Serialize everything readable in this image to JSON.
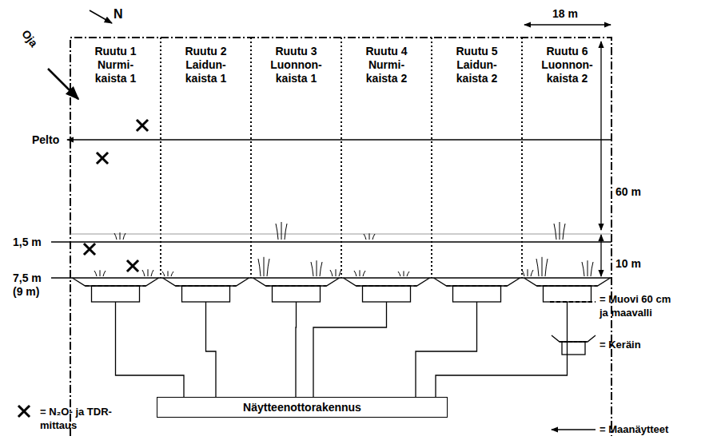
{
  "diagram": {
    "nodes": [
      {
        "text": [
          "Ruutu 1",
          "Nurmi- kaista 1"
        ]
      },
      {
        "text": [
          "Ruutu 2",
          "Laidun- kaista 1"
        ]
      },
      {
        "text": [
          "Ruutu 3",
          "Luonnon- kaista 1"
        ]
      },
      {
        "text": [
          "Ruutu 4",
          "Nurmi- kaista 2"
        ]
      },
      {
        "text": [
          "Ruutu 5",
          "Laidun- kaista 2"
        ]
      },
      {
        "text": [
          "Ruutu 6",
          "Luonnon- kaista 2"
        ]
      },
      {
        "text": [
          "Näytteenottorakennus"
        ]
      }
    ],
    "edges": [
      {
        "from": 0,
        "to": 6,
        "arrow": "none"
      },
      {
        "from": 1,
        "to": 6,
        "arrow": "none"
      },
      {
        "from": 2,
        "to": 6,
        "arrow": "none"
      },
      {
        "from": 3,
        "to": 6,
        "arrow": "none"
      },
      {
        "from": 4,
        "to": 6,
        "arrow": "none"
      },
      {
        "from": 5,
        "to": 6,
        "arrow": "none"
      }
    ],
    "labels": [
      "N",
      "Oja",
      "18 m",
      "60 m",
      "10 m",
      "Pelto",
      "1,5 m",
      "7,5 m",
      "(9 m)"
    ],
    "legend": [
      {
        "text": "= Muovi 60 cm ja maavalli"
      },
      {
        "text": "= Keräin"
      },
      {
        "text": "= N₂O- ja TDR-mittaus"
      },
      {
        "text": "= Maanäytteet"
      }
    ]
  }
}
